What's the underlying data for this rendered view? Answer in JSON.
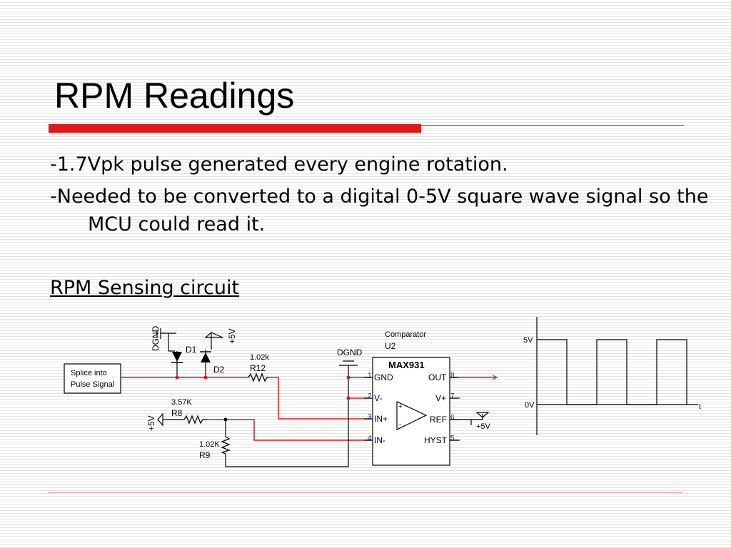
{
  "slide": {
    "title": "RPM Readings",
    "bullets": [
      "-1.7Vpk pulse generated every engine rotation.",
      "-Needed to be converted to a digital 0-5V square wave signal so the MCU could read it."
    ],
    "subheading": "RPM Sensing circuit"
  },
  "circuit": {
    "splice_label_line1": "Splice into",
    "splice_label_line2": "Pulse Signal",
    "dgnd_top": "DGND",
    "plus5v_top": "+5V",
    "d1": "D1",
    "d2": "D2",
    "r12_value": "1.02k",
    "r12_name": "R12",
    "r8_value": "3.57K",
    "r8_name": "R8",
    "plus5v_left": "+5V",
    "r9_value": "1.02K",
    "r9_name": "R9",
    "dgnd_chip": "DGND",
    "comparator_line1": "Comparator",
    "comparator_line2": "U2",
    "chip_name": "MAX931",
    "pins_left": [
      {
        "num": "1",
        "name": "GND"
      },
      {
        "num": "2",
        "name": "V-"
      },
      {
        "num": "3",
        "name": "IN+"
      },
      {
        "num": "4",
        "name": "IN-"
      }
    ],
    "pins_right": [
      {
        "num": "8",
        "name": "OUT"
      },
      {
        "num": "7",
        "name": "V+"
      },
      {
        "num": "6",
        "name": "REF"
      },
      {
        "num": "5",
        "name": "HYST"
      }
    ],
    "plus5v_ref": "+5V",
    "opamp_plus": "+",
    "opamp_minus": "-",
    "colors": {
      "wire": "#e01818",
      "line": "#000000",
      "pin_number": "#1a1aa0"
    }
  },
  "waveform": {
    "label_high": "5V",
    "label_low": "0V",
    "axis_label": "t"
  }
}
